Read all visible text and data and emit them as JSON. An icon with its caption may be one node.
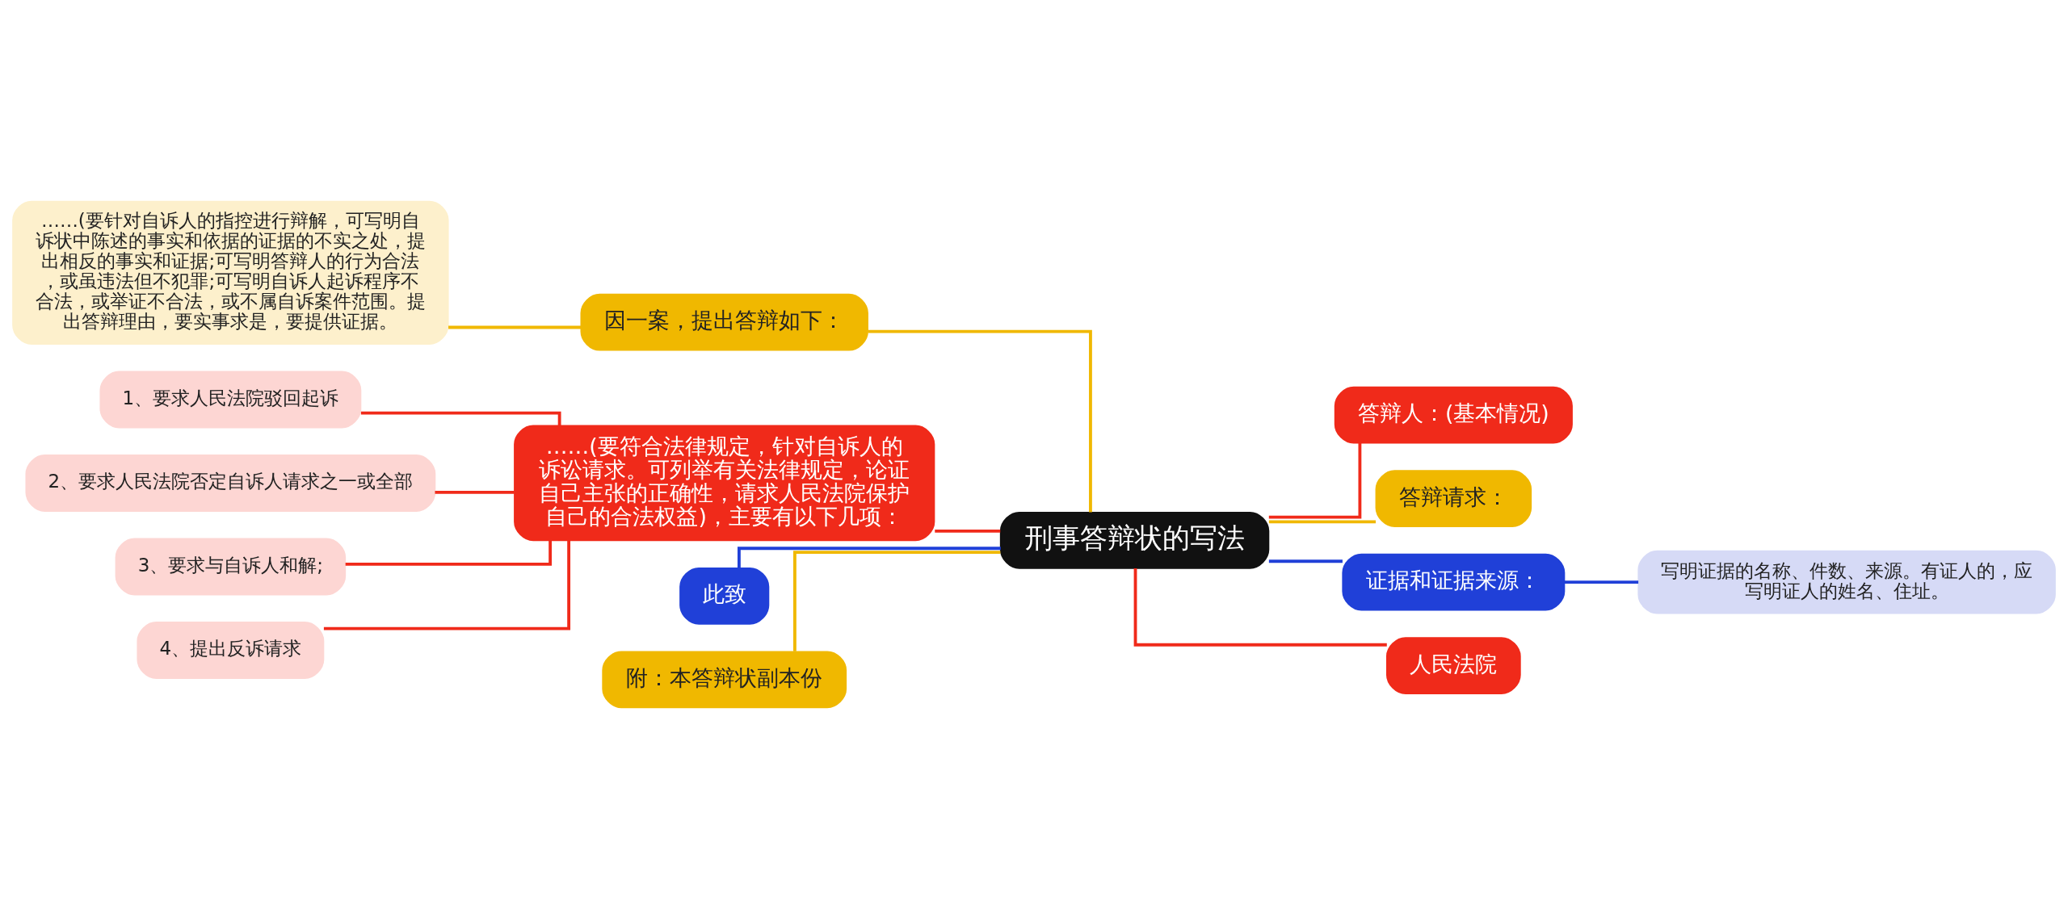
{
  "diagram": {
    "nodes": [
      {
        "text": [
          "刑事答辩状的写法"
        ]
      },
      {
        "text": [
          "答辩人：(基本情况)"
        ]
      },
      {
        "text": [
          "答辩请求："
        ]
      },
      {
        "text": [
          "证据和证据来源："
        ]
      },
      {
        "text": [
          "写明证据的名称、件数、来源。有证人的，应写明证人的姓名、住址。"
        ]
      },
      {
        "text": [
          "人民法院"
        ]
      },
      {
        "text": [
          "因一案，提出答辩如下："
        ]
      },
      {
        "text": [
          "……(要针对自诉人的指控进行辩解，可写明自诉状中陈述的事实和依据的证据的不实之处，提出相反的事实和证据;可写明答辩人的行为合法，或虽违法但不犯罪;可写明自诉人起诉程序不合法，或举证不合法，或不属自诉案件范围。提出答辩理由，要实事求是，要提供证据。"
        ]
      },
      {
        "text": [
          "……(要符合法律规定，针对自诉人的诉讼请求。可列举有关法律规定，论证自己主张的正确性，请求人民法院保护自己的合法权益)，主要有以下几项："
        ]
      },
      {
        "text": [
          "1、要求人民法院驳回起诉"
        ]
      },
      {
        "text": [
          "2、要求人民法院否定自诉人请求之一或全部"
        ]
      },
      {
        "text": [
          "3、要求与自诉人和解;"
        ]
      },
      {
        "text": [
          "4、提出反诉请求"
        ]
      },
      {
        "text": [
          "此致"
        ]
      },
      {
        "text": [
          "附：本答辩状副本份"
        ]
      }
    ],
    "edges": [
      {
        "from": 0,
        "to": 1,
        "arrow": "none"
      },
      {
        "from": 0,
        "to": 2,
        "arrow": "none",
        "color": "#f0b800"
      },
      {
        "from": 0,
        "to": 3,
        "arrow": "none",
        "color": "#2040d8"
      },
      {
        "from": 3,
        "to": 4,
        "arrow": "none",
        "color": "#2040d8"
      },
      {
        "from": 0,
        "to": 5,
        "arrow": "none"
      },
      {
        "from": 0,
        "to": 6,
        "arrow": "none",
        "color": "#f0b800"
      },
      {
        "from": 6,
        "to": 7,
        "arrow": "none",
        "color": "#f0b800"
      },
      {
        "from": 0,
        "to": 8,
        "arrow": "none"
      },
      {
        "from": 8,
        "to": 9,
        "arrow": "none"
      },
      {
        "from": 8,
        "to": 10,
        "arrow": "none"
      },
      {
        "from": 8,
        "to": 11,
        "arrow": "none"
      },
      {
        "from": 8,
        "to": 12,
        "arrow": "none"
      },
      {
        "from": 0,
        "to": 13,
        "arrow": "none",
        "color": "#2040d8"
      },
      {
        "from": 0,
        "to": 14,
        "arrow": "none",
        "color": "#f0b800"
      }
    ]
  }
}
